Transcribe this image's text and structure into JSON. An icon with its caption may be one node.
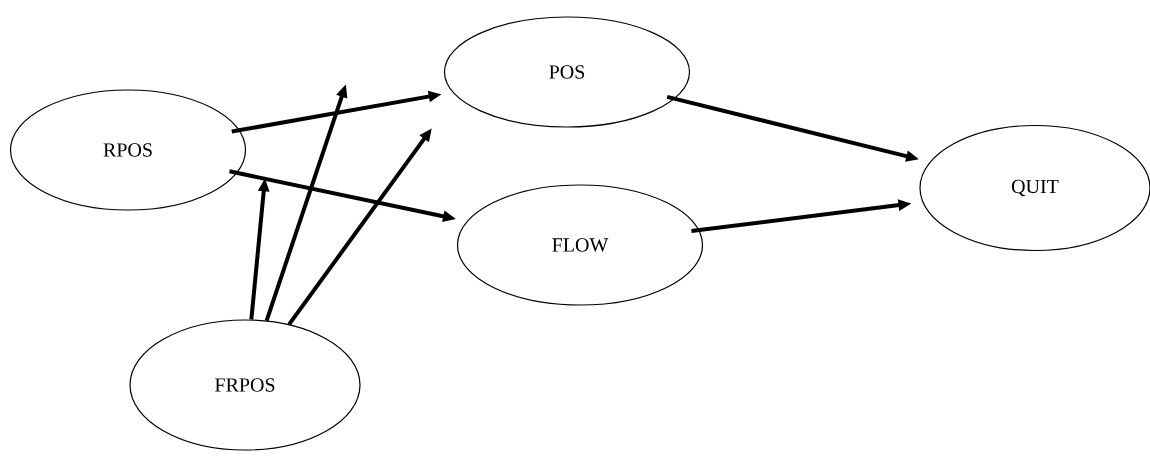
{
  "diagram": {
    "nodes": [
      {
        "text": [
          "RPOS"
        ]
      },
      {
        "text": [
          "POS"
        ]
      },
      {
        "text": [
          "FLOW"
        ]
      },
      {
        "text": [
          "QUIT"
        ]
      },
      {
        "text": [
          "FRPOS"
        ]
      }
    ],
    "edges": [
      {
        "from": 0,
        "to": 1,
        "arrow": "to"
      },
      {
        "from": 0,
        "to": 2,
        "arrow": "to"
      },
      {
        "from": 1,
        "to": 3,
        "arrow": "to"
      },
      {
        "from": 2,
        "to": 3,
        "arrow": "to"
      },
      {
        "from": 4,
        "to": null,
        "arrow": "to"
      },
      {
        "from": 4,
        "to": null,
        "arrow": "to"
      },
      {
        "from": 4,
        "to": null,
        "arrow": "to"
      }
    ]
  }
}
